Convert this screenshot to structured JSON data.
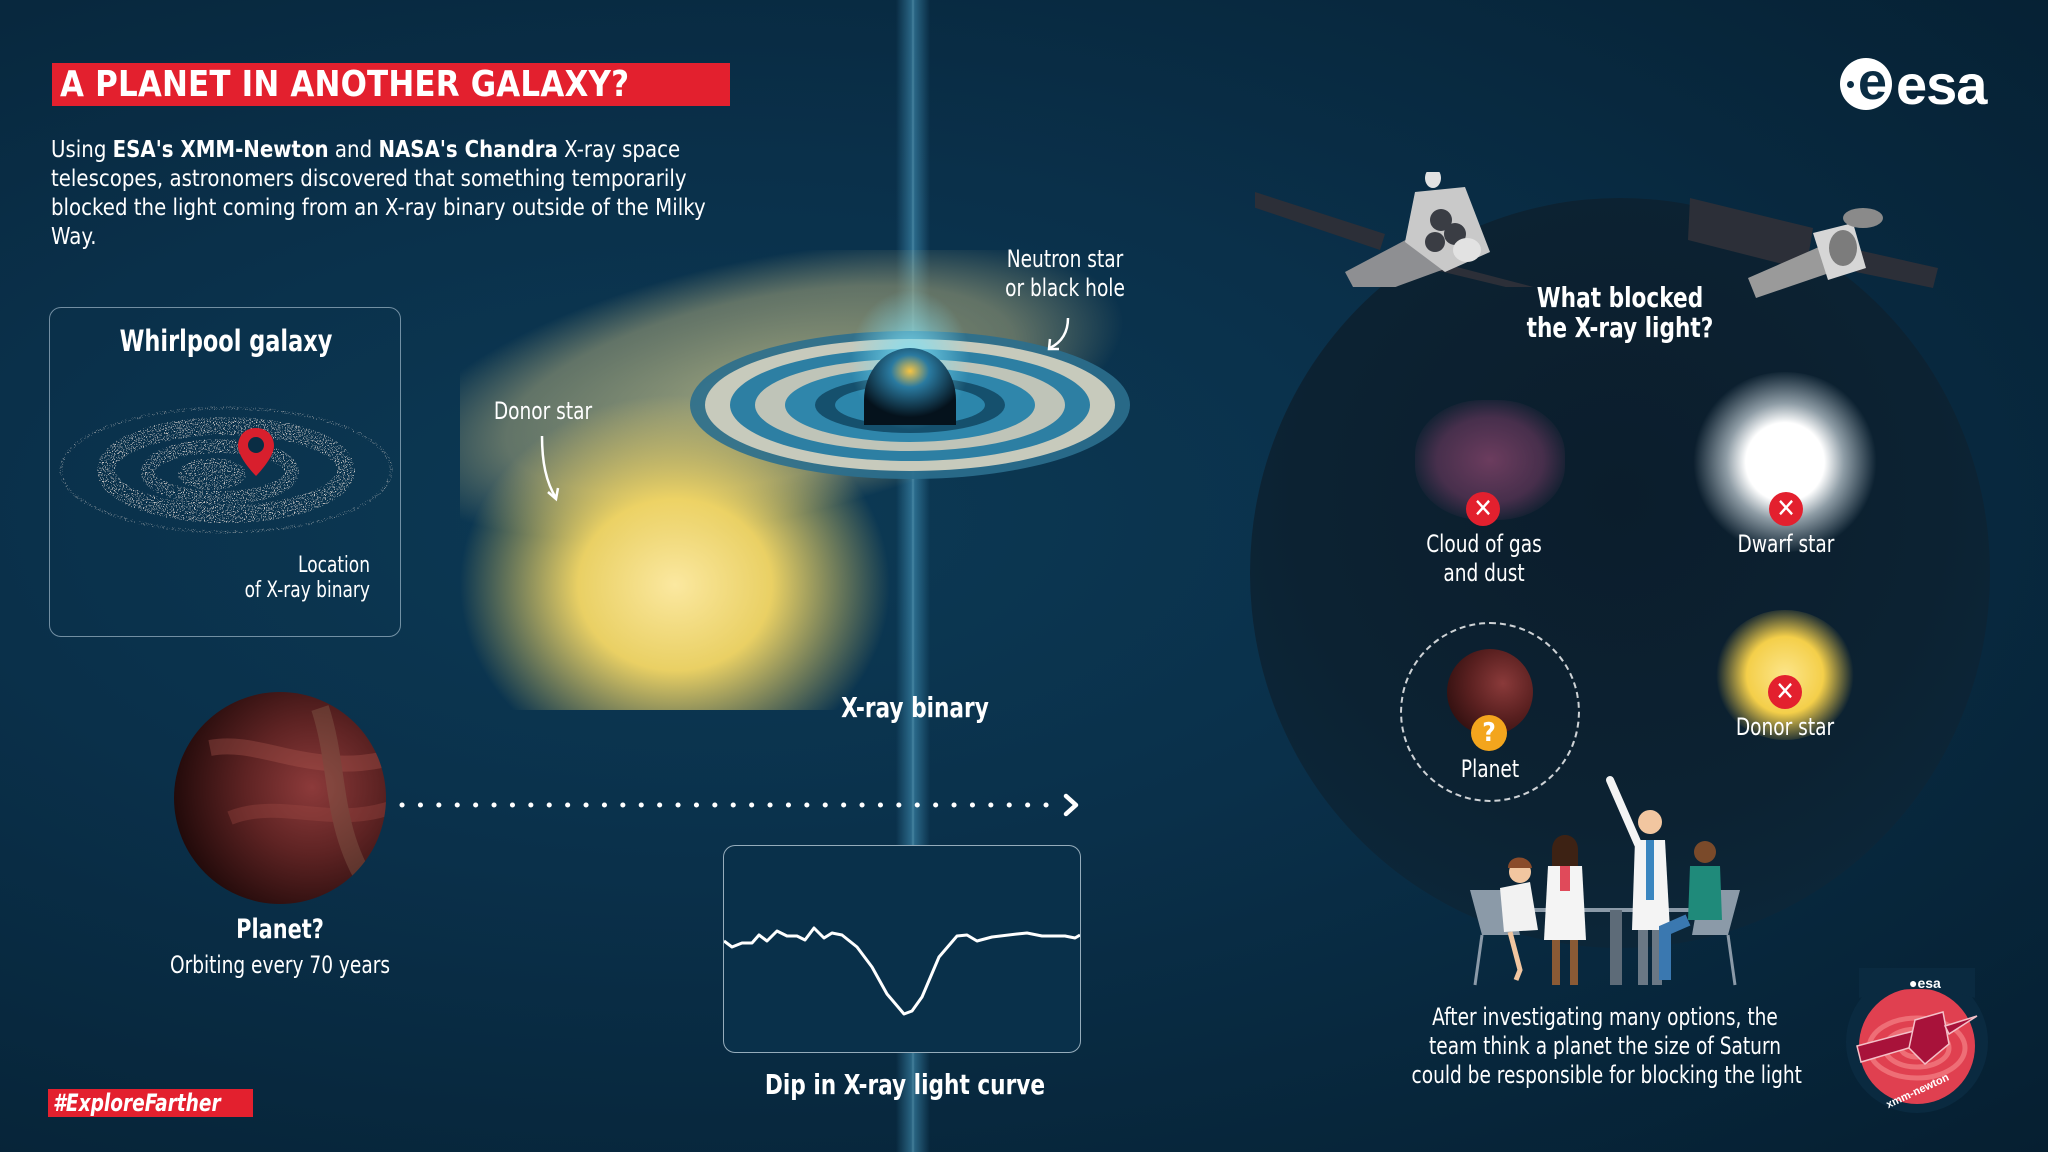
{
  "header": {
    "title": "A PLANET IN ANOTHER GALAXY?",
    "intro": {
      "part1": "Using ",
      "bold1": "ESA's XMM-Newton",
      "part2": " and ",
      "bold2": "NASA's Chandra",
      "part3": " X-ray space telescopes, astronomers discovered that something temporarily blocked the light coming from an X-ray binary outside of the Milky Way."
    },
    "logo": "esa"
  },
  "whirlpool": {
    "title": "Whirlpool galaxy",
    "location_label_line1": "Location",
    "location_label_line2": "of X-ray binary",
    "pin_icon": "map-pin-icon"
  },
  "binary": {
    "donor_label": "Donor star",
    "compact_label_line1": "Neutron star",
    "compact_label_line2": "or black hole",
    "title": "X-ray binary"
  },
  "planet": {
    "title": "Planet?",
    "subtitle": "Orbiting every 70 years"
  },
  "light_curve": {
    "caption": "Dip in X-ray light curve"
  },
  "question": {
    "title_line1": "What blocked",
    "title_line2": "the X-ray light?",
    "options": [
      {
        "label_line1": "Cloud of gas",
        "label_line2": "and dust",
        "status": "rejected",
        "icon": "x-icon"
      },
      {
        "label_line1": "Dwarf star",
        "label_line2": "",
        "status": "rejected",
        "icon": "x-icon"
      },
      {
        "label_line1": "Planet",
        "label_line2": "",
        "status": "possible",
        "icon": "question-icon"
      },
      {
        "label_line1": "Donor star",
        "label_line2": "",
        "status": "rejected",
        "icon": "x-icon"
      }
    ],
    "x_glyph": "✕",
    "q_glyph": "?"
  },
  "conclusion": {
    "line1": "After investigating many options, the",
    "line2": "team think a planet the size of Saturn",
    "line3": "could be responsible for blocking the light"
  },
  "patch": {
    "logo": "esa",
    "mission": "xmm-newton"
  },
  "footer": {
    "hashtag": "#ExploreFarther"
  },
  "colors": {
    "background": "#0a304a",
    "accent_red": "#e3202e",
    "question_orange": "#f3a51d",
    "donor_yellow": "#f7dc6f",
    "planet_brown": "#5a1e1e"
  },
  "chart_data": {
    "type": "line",
    "title": "Dip in X-ray light curve",
    "xlabel": "",
    "ylabel": "",
    "x": [
      0,
      1,
      2,
      3,
      4,
      5,
      6,
      7,
      8,
      9,
      10,
      11,
      12,
      13,
      14,
      15,
      16,
      17,
      18,
      19,
      20,
      21,
      22,
      23,
      24,
      25,
      26,
      27,
      28,
      29,
      30
    ],
    "values": [
      0.93,
      0.9,
      0.92,
      0.92,
      0.96,
      0.93,
      0.98,
      0.95,
      0.95,
      0.93,
      0.99,
      0.94,
      0.97,
      0.96,
      0.9,
      0.8,
      0.66,
      0.5,
      0.45,
      0.52,
      0.74,
      0.96,
      0.96,
      0.93,
      0.95,
      0.97,
      0.98,
      0.96,
      0.96,
      0.95,
      0.96
    ],
    "grid": false,
    "legend": null
  }
}
